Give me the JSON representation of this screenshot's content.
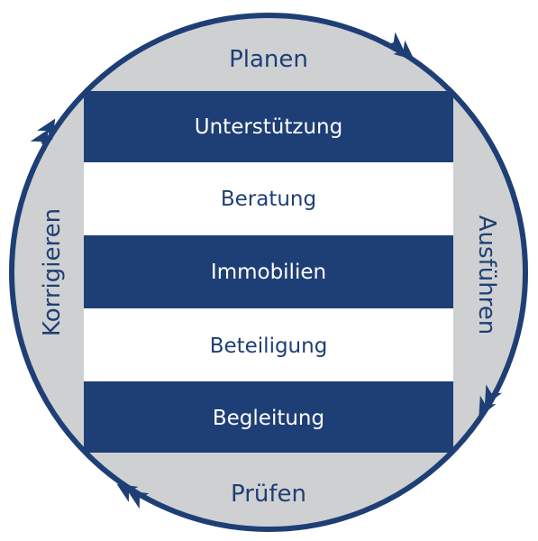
{
  "cycle": {
    "top_label": "Planen",
    "right_label": "Ausführen",
    "bottom_label": "Prüfen",
    "left_label": "Korrigieren"
  },
  "bands": [
    {
      "label": "Unterstützung",
      "style": "dark"
    },
    {
      "label": "Beratung",
      "style": "light"
    },
    {
      "label": "Immobilien",
      "style": "dark"
    },
    {
      "label": "Beteiligung",
      "style": "light"
    },
    {
      "label": "Begleitung",
      "style": "dark"
    }
  ],
  "colors": {
    "navy": "#1e3f75",
    "ring_fill": "#cfd0d2",
    "white": "#ffffff"
  }
}
